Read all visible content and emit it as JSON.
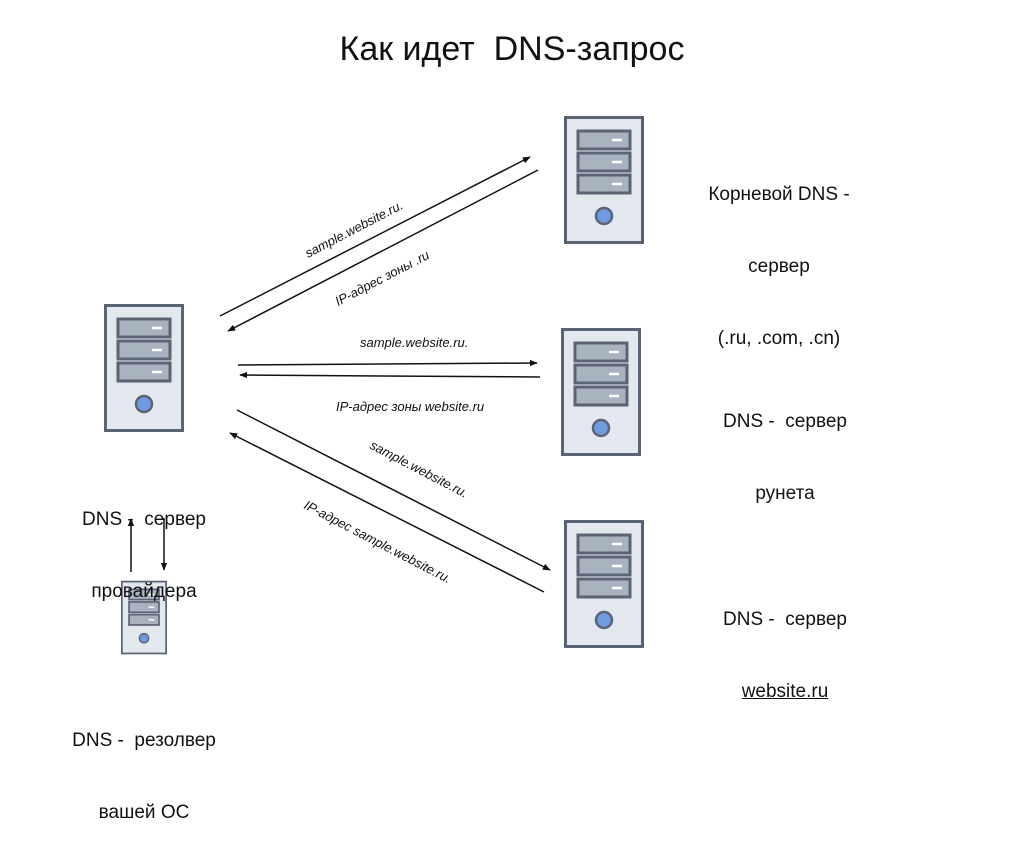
{
  "title": "Как идет  DNS-запрос",
  "nodes": {
    "provider": {
      "line1": "DNS -  сервер",
      "line2": "провайдера"
    },
    "resolver": {
      "line1": "DNS -  резолвер",
      "line2": "вашей ОС"
    },
    "root": {
      "line1": "Корневой DNS -",
      "line2": "сервер",
      "line3": "(.ru, .com, .cn)"
    },
    "runet": {
      "line1": "DNS -  сервер",
      "line2": "рунета"
    },
    "website": {
      "line1": "DNS -  сервер",
      "line2": "website.ru"
    }
  },
  "arrows": {
    "root_query": "sample.website.ru.",
    "root_reply": "IP-адрес зоны .ru",
    "runet_query": "sample.website.ru.",
    "runet_reply": "IP-адрес зоны website.ru",
    "website_query": "sample.website.ru.",
    "website_reply": "IP-адрес sample.website.ru."
  },
  "colors": {
    "server_fill": "#e3e7ee",
    "server_stroke": "#5b6475",
    "drive_fill": "#a9b2bf",
    "led_fill": "#6f9be0"
  }
}
